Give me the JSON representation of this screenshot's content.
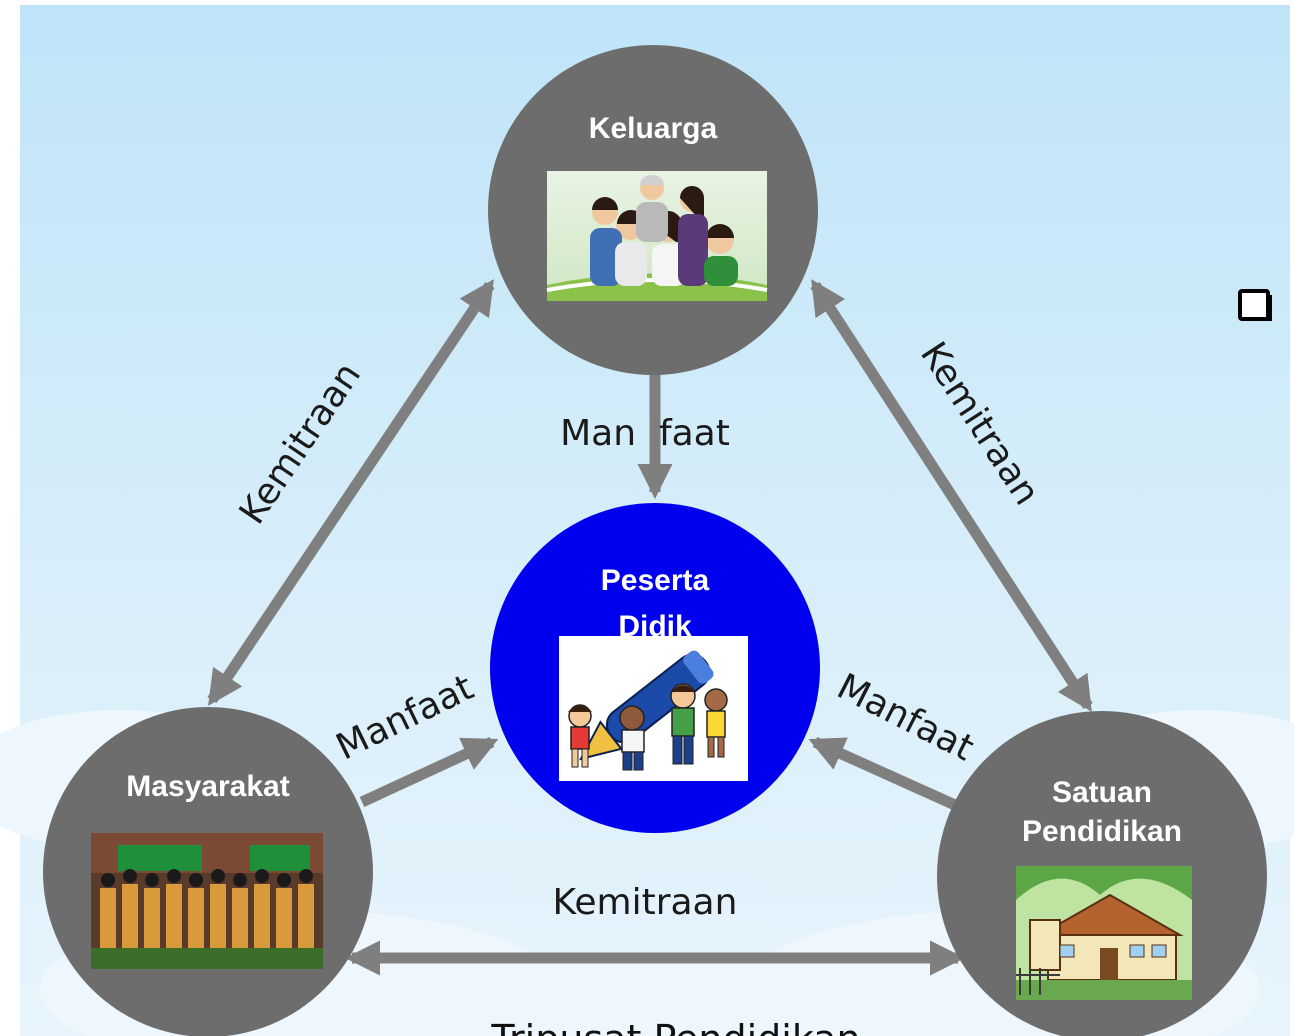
{
  "diagram": {
    "caption": "Tripusat Pendidikan",
    "nodes": {
      "keluarga": {
        "label": "Keluarga"
      },
      "peserta_didik": {
        "label_line1": "Peserta",
        "label_line2": "Didik"
      },
      "masyarakat": {
        "label": "Masyarakat"
      },
      "satuan_pendidikan": {
        "label_line1": "Satuan",
        "label_line2": "Pendidikan"
      }
    },
    "edges": {
      "left_kemitraan": "Kemitraan",
      "right_kemitraan": "Kemitraan",
      "bottom_kemitraan": "Kemitraan",
      "top_manfaat": "Man  faat",
      "left_manfaat": "Manfaat",
      "right_manfaat": "Manfaat"
    }
  },
  "colors": {
    "sky": "#bde3f7",
    "node_gray": "#6d6d6d",
    "center_blue": "#0000ee",
    "arrow_gray": "#7f7f7f"
  },
  "icons": {
    "corner_checkbox": "checkbox-icon"
  }
}
